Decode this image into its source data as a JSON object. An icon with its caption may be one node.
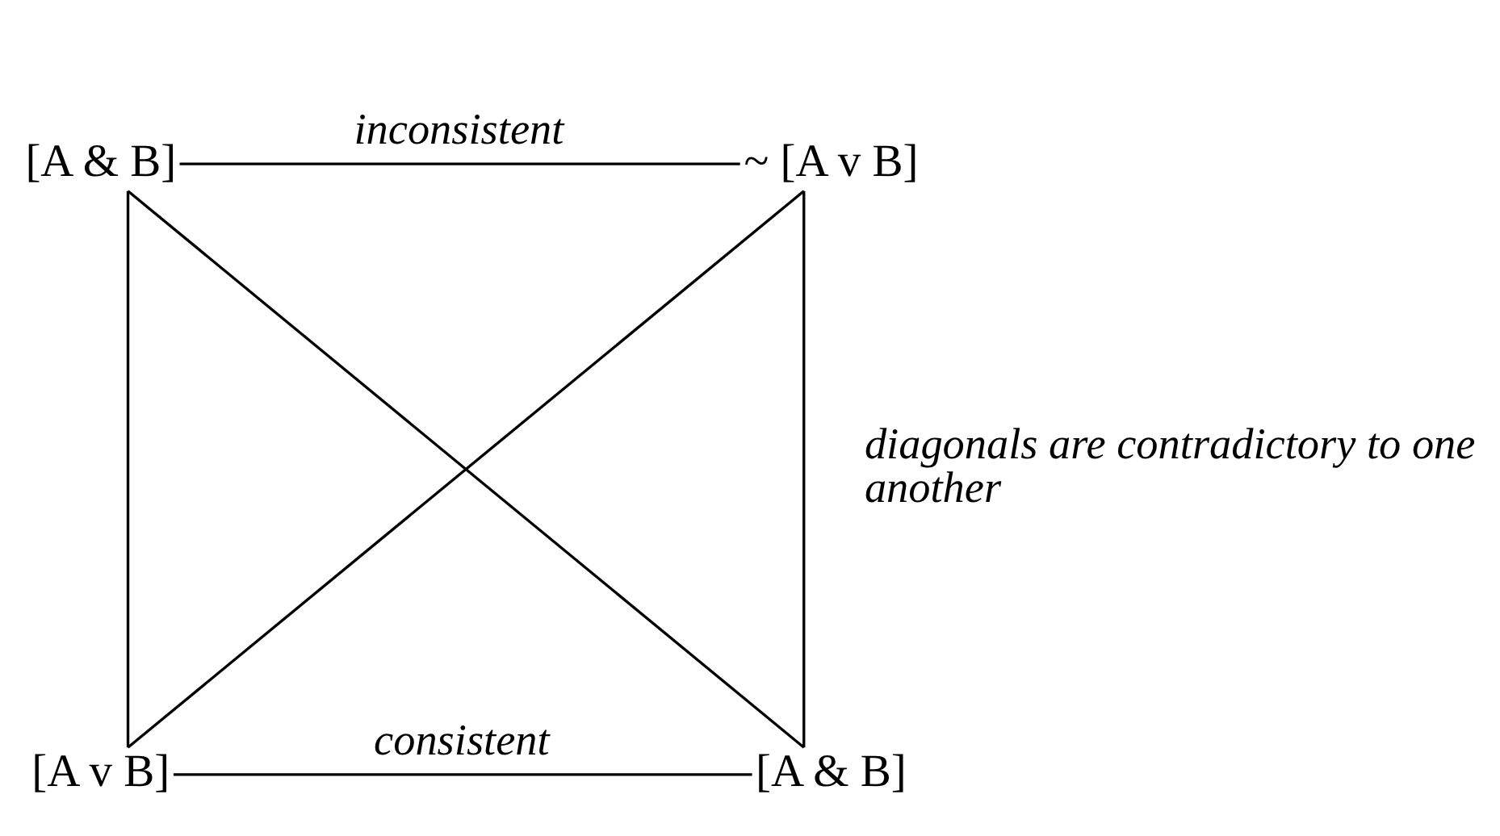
{
  "diagram": {
    "nodes": [
      {
        "text": [
          "[A & B]"
        ]
      },
      {
        "text": [
          "~ [A v B]"
        ]
      },
      {
        "text": [
          "[A v B]"
        ]
      },
      {
        "text": [
          "[A & B]"
        ]
      }
    ],
    "edges": [
      {
        "from": 0,
        "to": 1,
        "arrow": "none",
        "label": "inconsistent"
      },
      {
        "from": 0,
        "to": 2,
        "arrow": "none"
      },
      {
        "from": 1,
        "to": 3,
        "arrow": "none"
      },
      {
        "from": 0,
        "to": 3,
        "arrow": "none"
      },
      {
        "from": 1,
        "to": 2,
        "arrow": "none"
      },
      {
        "from": 2,
        "to": 3,
        "arrow": "none",
        "label": "consistent"
      }
    ],
    "labels": [
      "diagonals are contradictory to one another"
    ]
  }
}
